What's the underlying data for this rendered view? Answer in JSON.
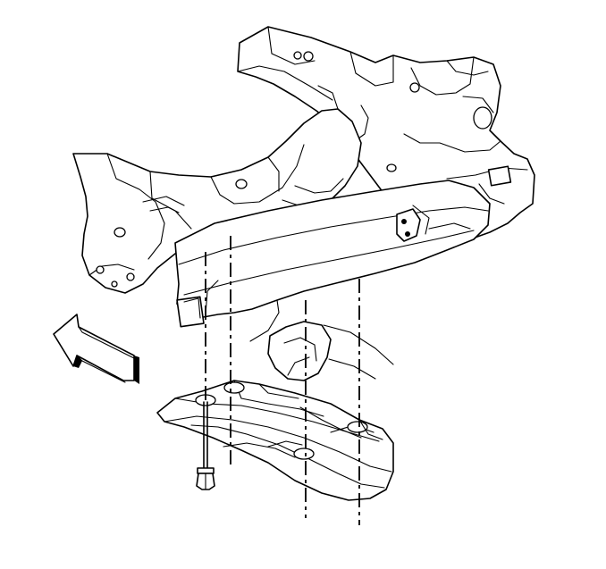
{
  "figure": {
    "subject": "front-frame-crossmember-with-skid-plate",
    "stroke_color": "#000000",
    "background_color": "#ffffff"
  },
  "parts": [
    {
      "id": "frame-crossmember",
      "icon": "frame-crossmember-illustration"
    },
    {
      "id": "skid-plate",
      "icon": "skid-plate-illustration"
    },
    {
      "id": "fastener-bolt",
      "icon": "bolt-icon"
    },
    {
      "id": "direction-arrow",
      "icon": "arrow-forward-icon"
    }
  ]
}
